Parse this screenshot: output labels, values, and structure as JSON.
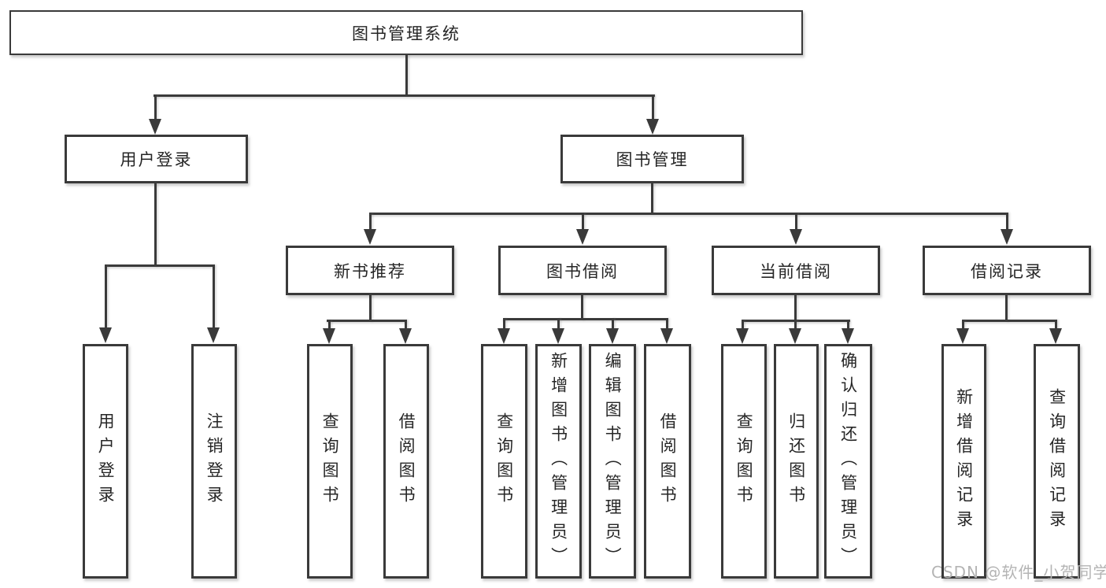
{
  "colors": {
    "line": "#3a3a3a",
    "text": "#262626",
    "watermark": "#b4b4b4",
    "background": "#ffffff"
  },
  "diagram": {
    "root": {
      "label": "图书管理系统"
    },
    "level2": [
      {
        "label": "用户登录"
      },
      {
        "label": "图书管理"
      }
    ],
    "level3": [
      {
        "label": "新书推荐"
      },
      {
        "label": "图书借阅"
      },
      {
        "label": "当前借阅"
      },
      {
        "label": "借阅记录"
      }
    ],
    "leaves": {
      "user_login": [
        "用户登录",
        "注销登录"
      ],
      "new_book_recommend": [
        "查询图书",
        "借阅图书"
      ],
      "book_borrow": [
        "查询图书",
        "新增图书（管理员）",
        "编辑图书（管理员）",
        "借阅图书"
      ],
      "current_borrow": [
        "查询图书",
        "归还图书",
        "确认归还（管理员）"
      ],
      "borrow_records": [
        "新增借阅记录",
        "查询借阅记录"
      ]
    }
  },
  "watermark": {
    "text": "CSDN @软件_小贺同学"
  }
}
